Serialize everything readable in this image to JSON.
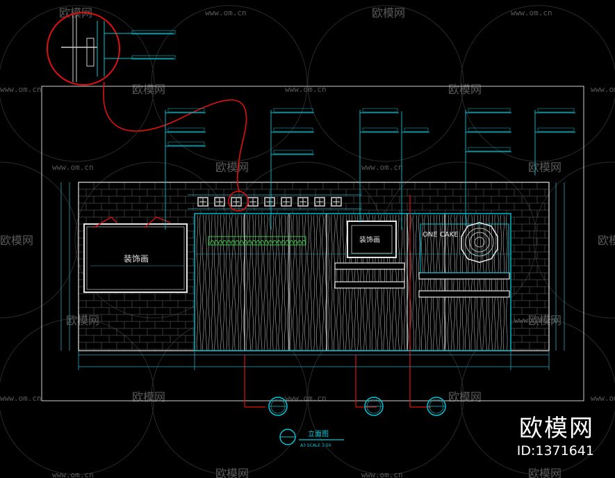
{
  "watermark": {
    "brand": "欧模网",
    "url": "www.om.cn"
  },
  "labels": {
    "painting_left": "装饰画",
    "painting_center": "装饰画",
    "shop_sign": "ONE CAKE",
    "drawing_title": "立面图",
    "drawing_scale": "A3 SCALE 1:50"
  },
  "branding": {
    "logo": "欧模网",
    "id_text": "ID:1371641"
  },
  "colors": {
    "background": "#000000",
    "frame_line": "#e6e6e6",
    "cyan": "#00c8d8",
    "red_leader": "#e01010",
    "brick_line": "#6e6e6e",
    "wood_line": "#9a9a9a",
    "dim_line": "#2fa8b8",
    "green_plant": "#2ecc40",
    "watermark": "#5a5a5a"
  }
}
